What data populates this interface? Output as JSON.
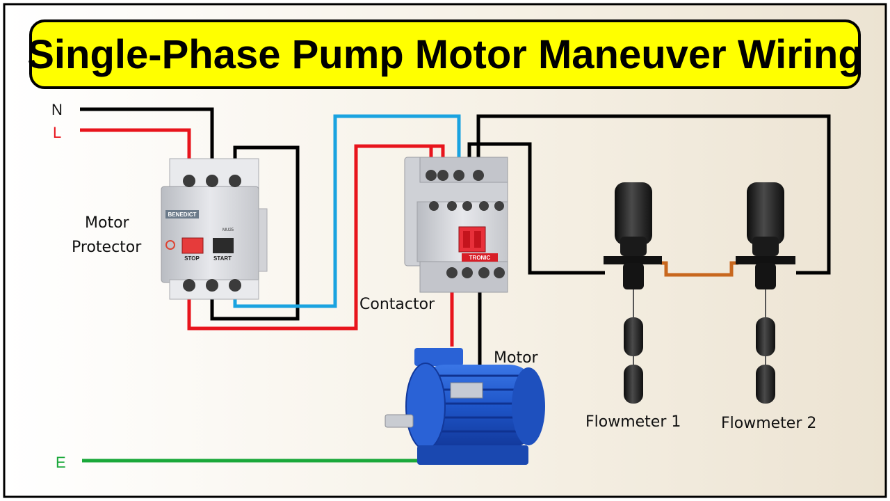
{
  "title": "Single-Phase Pump Motor Maneuver Wiring",
  "supply": {
    "neutral": "N",
    "line": "L",
    "earth": "E"
  },
  "labels": {
    "motor_protector_line1": "Motor",
    "motor_protector_line2": "Protector",
    "contactor": "Contactor",
    "motor": "Motor",
    "flowmeter1": "Flowmeter 1",
    "flowmeter2": "Flowmeter 2"
  },
  "device_text": {
    "protector_brand": "BENEDICT",
    "protector_model": "MU25",
    "stop": "STOP",
    "start": "START",
    "contactor_brand": "TRONIC"
  },
  "colors": {
    "neutral": "#000000",
    "line": "#e8141c",
    "control": "#1aa3e0",
    "earth": "#1aa83a",
    "float_link": "#c8671e",
    "title_bg": "#ffff00",
    "motor_blue": "#1e55c8"
  }
}
